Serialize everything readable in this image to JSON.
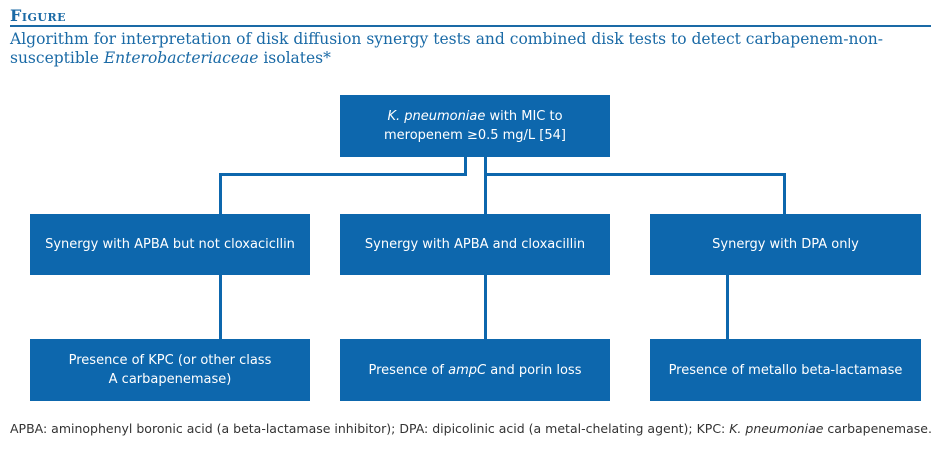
{
  "figure": {
    "label": "Figure",
    "title_part1": "Algorithm for interpretation of disk diffusion synergy tests and combined disk tests to detect carbapenem-non-susceptible ",
    "title_italic": "Enterobacteriaceae",
    "title_part2": " isolates*"
  },
  "nodes": {
    "root": {
      "italic": "K. pneumoniae",
      "line1_rest": " with MIC to",
      "line2": "meropenem ≥0.5 mg/L [54]"
    },
    "left": {
      "text": "Synergy with APBA but not cloxacicllin"
    },
    "middle": {
      "text": "Synergy with APBA and cloxacillin"
    },
    "right": {
      "text": "Synergy with DPA only"
    },
    "left_result": {
      "line1": "Presence of KPC (or other class",
      "line2": "A carbapenemase)"
    },
    "middle_result": {
      "prefix": "Presence of ",
      "italic": "ampC",
      "suffix": " and porin loss"
    },
    "right_result": {
      "text": "Presence of metallo beta-lactamase"
    }
  },
  "footnote": {
    "part1": "APBA: aminophenyl boronic acid (a beta-lactamase inhibitor); DPA: dipicolinic acid (a metal-chelating agent); KPC: ",
    "italic": "K. pneumoniae",
    "part2": " carbapenemase."
  }
}
